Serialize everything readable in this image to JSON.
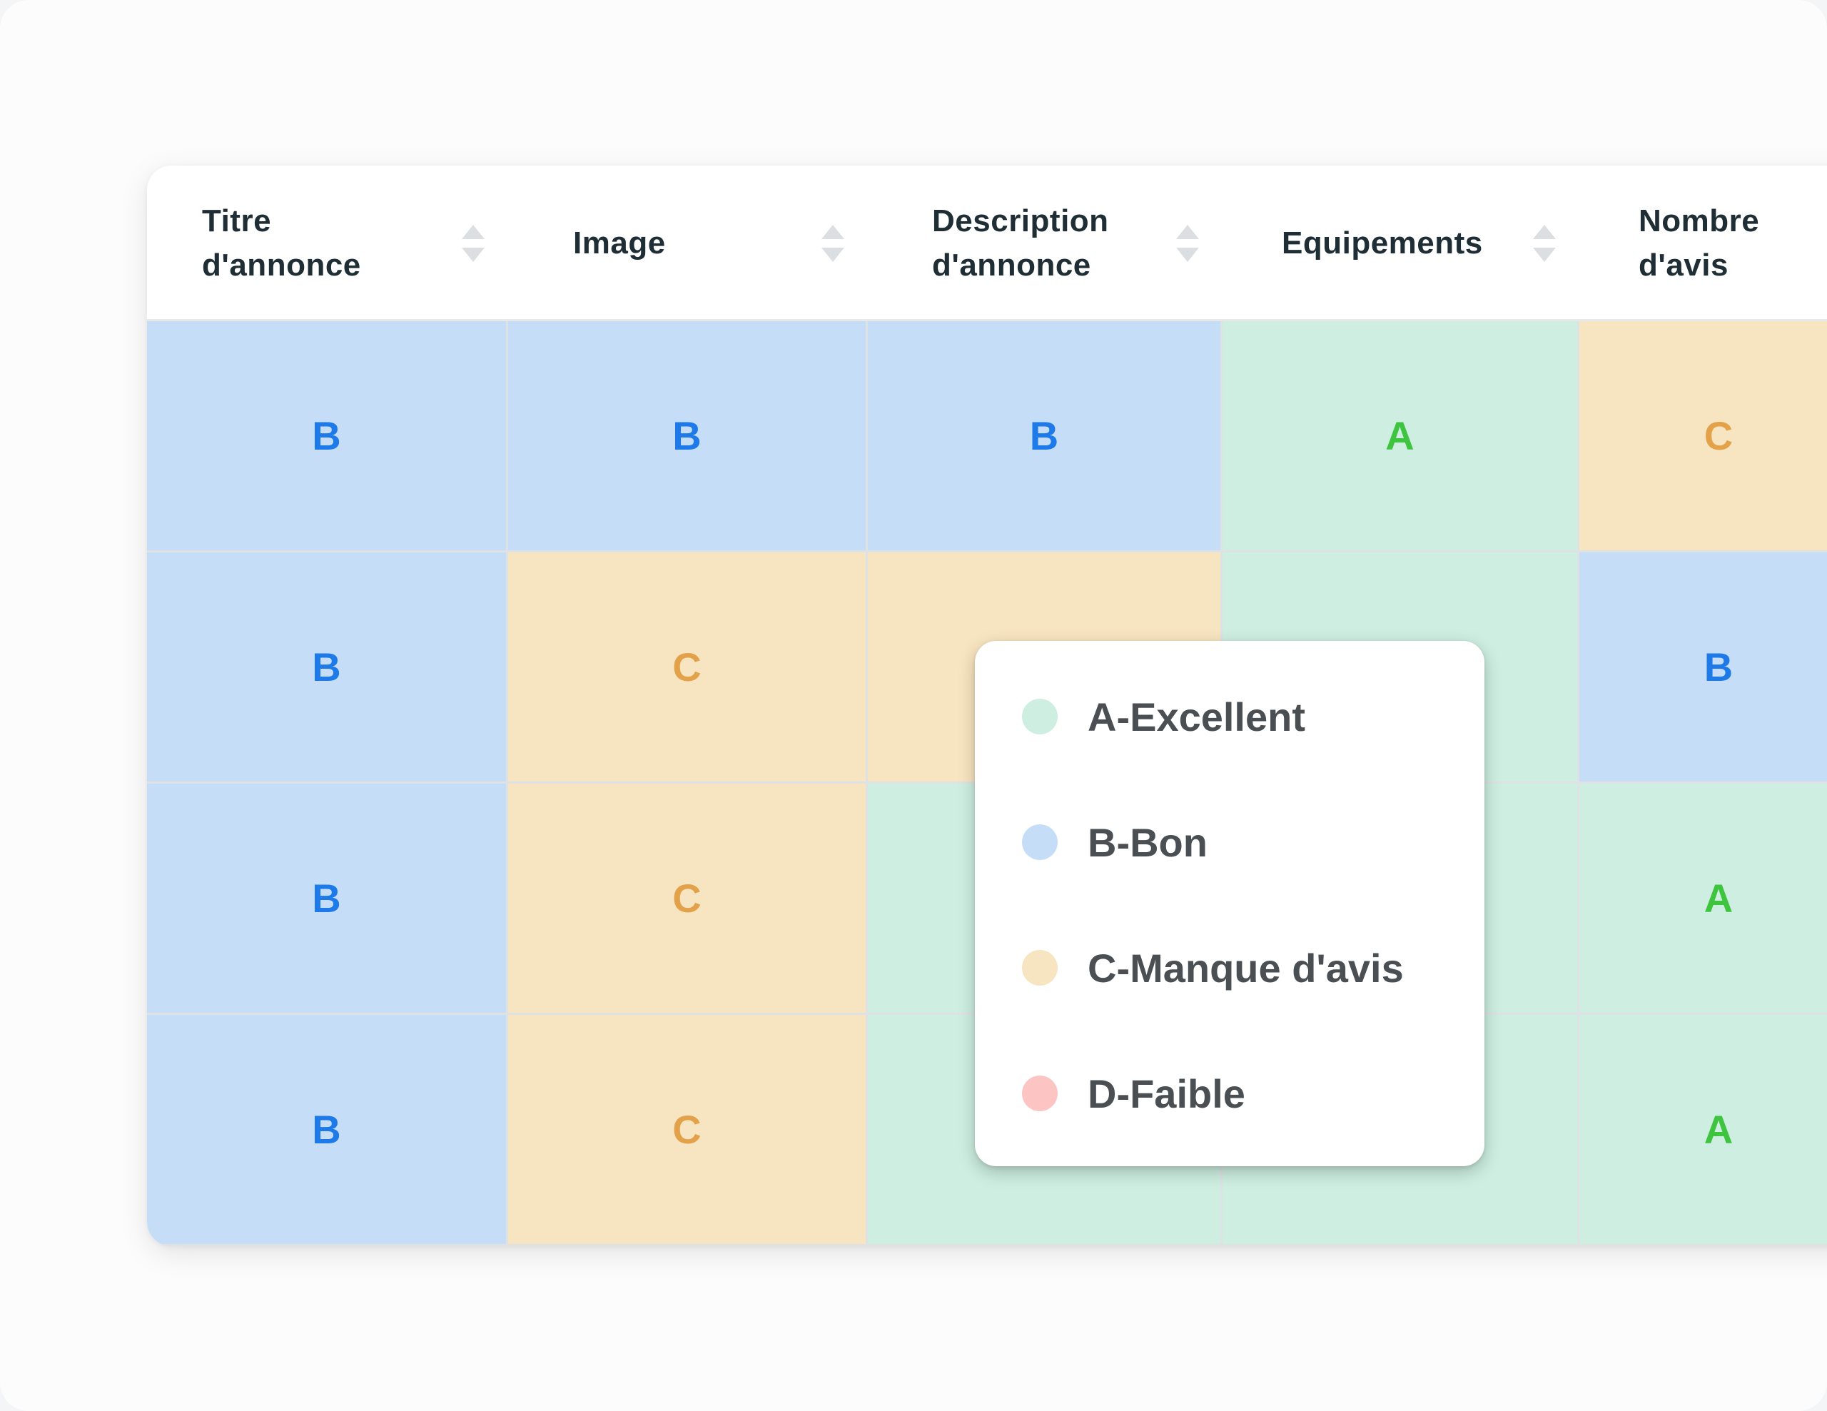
{
  "table": {
    "columns": [
      {
        "label": "Titre\nd'annonce"
      },
      {
        "label": "Image"
      },
      {
        "label": "Description\nd'annonce"
      },
      {
        "label": "Equipements"
      },
      {
        "label": "Nombre\nd'avis"
      }
    ],
    "rows": [
      [
        "B",
        "B",
        "B",
        "A",
        "C"
      ],
      [
        "B",
        "C",
        "C",
        "A",
        "B"
      ],
      [
        "B",
        "C",
        "A",
        "A",
        "A"
      ],
      [
        "B",
        "C",
        "A",
        "A",
        "A"
      ]
    ]
  },
  "legend": {
    "items": [
      {
        "grade": "A",
        "label": "A-Excellent"
      },
      {
        "grade": "B",
        "label": "B-Bon"
      },
      {
        "grade": "C",
        "label": "C-Manque d'avis"
      },
      {
        "grade": "D",
        "label": "D-Faible"
      }
    ]
  },
  "colors": {
    "A": {
      "bg": "#cdeee1",
      "fg": "#3ec43e",
      "dot": "#cdeee1"
    },
    "B": {
      "bg": "#c6ddf8",
      "fg": "#1e7ae8",
      "dot": "#c6ddf8"
    },
    "C": {
      "bg": "#f7e4c0",
      "fg": "#e3a24a",
      "dot": "#f7e4c0"
    },
    "D": {
      "bg": "#fdd0d0",
      "fg": "#e55a5a",
      "dot": "#fdc4c4"
    }
  },
  "icons": {
    "sort": "sort-updown-icon"
  }
}
